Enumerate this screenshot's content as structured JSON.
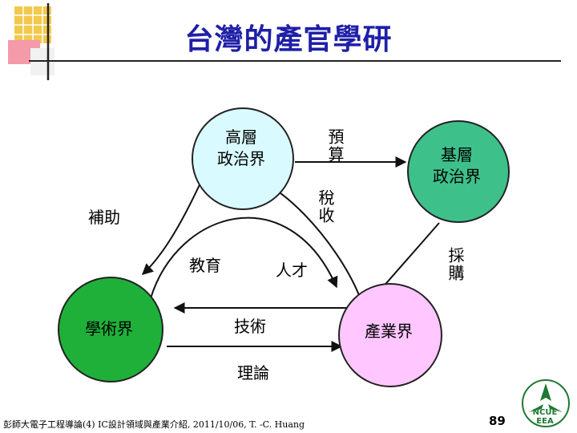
{
  "title": "台灣的產官學研",
  "nodes": {
    "high_politics": "高層\n政治界",
    "local_politics": "基層\n政治界",
    "academia": "學術界",
    "industry": "產業界"
  },
  "edges": {
    "budget": "預算",
    "tax": "稅收",
    "subsidy": "補助",
    "education": "教育",
    "talent": "人才",
    "procurement": "採購",
    "technology": "技術",
    "theory": "理論"
  },
  "colors": {
    "title": "#1f1fa8",
    "high_politics_fill": "#d9fbff",
    "local_politics_fill": "#3ec08a",
    "academia_fill": "#1fb03a",
    "industry_fill": "#ffc6ff",
    "logo_green": "#1e7a32"
  },
  "footer": {
    "citation": "彭師大電子工程導論(4) IC設計領域與產業介紹, 2011/10/06, T. -C. Huang",
    "page_number": "89"
  },
  "logo": {
    "line1": "NCUE",
    "line2": "EEA"
  }
}
